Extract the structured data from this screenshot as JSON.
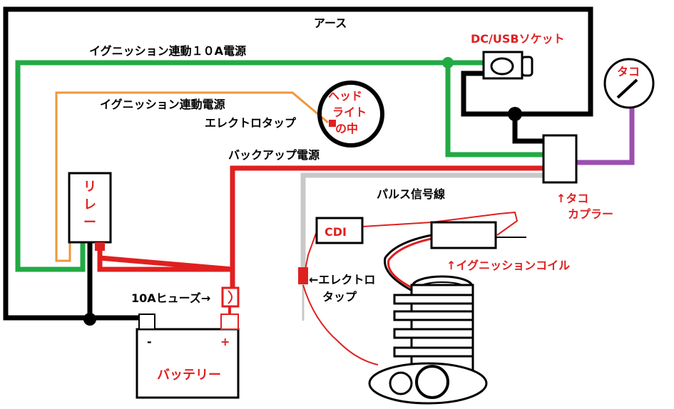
{
  "labels": {
    "ground": "アース",
    "ign10a": "イグニッション連動１０A電源",
    "ign": "イグニッション連動電源",
    "electro_tap_hl": "エレクトロタップ",
    "backup": "バックアップ電源",
    "pulse": "パルス信号線",
    "fuse": "10Aヒューズ→",
    "dcusb": "DC/USBソケット",
    "headlight": [
      "ヘッド",
      "ライト",
      "の中"
    ],
    "tacho": "タコ",
    "tacho_coupler": [
      "↑タコ",
      "カプラー"
    ],
    "relay": [
      "リ",
      "レ",
      "ー"
    ],
    "cdi": "CDI",
    "ign_coil": "↑イグニッションコイル",
    "electro_tap_left": [
      "←エレクトロ",
      "タップ"
    ],
    "battery": "バッテリー",
    "minus": "-",
    "plus": "+"
  },
  "colors": {
    "ground": "#000000",
    "ign10a": "#22aa44",
    "ign": "#f0963c",
    "backup": "#e02020",
    "pulse": "#c8c8c8",
    "tacho": "#9b4fb0"
  }
}
